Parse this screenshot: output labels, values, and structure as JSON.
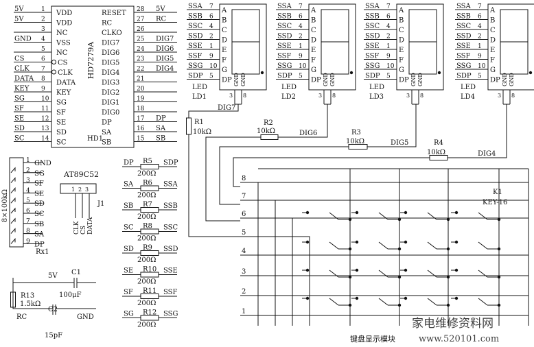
{
  "ic_main": {
    "name": "HD7279A",
    "ref": "HD1",
    "left_pins": [
      {
        "num": "1",
        "name": "VDD",
        "net": "5V"
      },
      {
        "num": "2",
        "name": "VDD",
        "net": "5V"
      },
      {
        "num": "3",
        "name": "NC",
        "net": ""
      },
      {
        "num": "4",
        "name": "VSS",
        "net": "GND"
      },
      {
        "num": "5",
        "name": "NC",
        "net": ""
      },
      {
        "num": "6",
        "name": "CS",
        "net": "CS"
      },
      {
        "num": "7",
        "name": "CLK",
        "net": "CLK"
      },
      {
        "num": "8",
        "name": "DATA",
        "net": "DATA"
      },
      {
        "num": "9",
        "name": "KEY",
        "net": "KEY"
      },
      {
        "num": "10",
        "name": "SG",
        "net": "SG"
      },
      {
        "num": "11",
        "name": "SF",
        "net": "SF"
      },
      {
        "num": "12",
        "name": "SE",
        "net": "SE"
      },
      {
        "num": "13",
        "name": "SD",
        "net": "SD"
      },
      {
        "num": "14",
        "name": "SC",
        "net": "SC"
      }
    ],
    "right_pins": [
      {
        "num": "28",
        "name": "RESET",
        "net": "5V"
      },
      {
        "num": "27",
        "name": "RC",
        "net": "RC"
      },
      {
        "num": "26",
        "name": "CLKO",
        "net": ""
      },
      {
        "num": "25",
        "name": "DIG7",
        "net": "DIG7"
      },
      {
        "num": "24",
        "name": "DIG6",
        "net": "DIG6"
      },
      {
        "num": "23",
        "name": "DIG5",
        "net": "DIG5"
      },
      {
        "num": "22",
        "name": "DIG4",
        "net": "DIG4"
      },
      {
        "num": "21",
        "name": "DIG3",
        "net": ""
      },
      {
        "num": "20",
        "name": "DIG2",
        "net": ""
      },
      {
        "num": "19",
        "name": "DIG1",
        "net": ""
      },
      {
        "num": "18",
        "name": "DIG0",
        "net": ""
      },
      {
        "num": "17",
        "name": "DP",
        "net": "DP"
      },
      {
        "num": "16",
        "name": "SA",
        "net": "SA"
      },
      {
        "num": "15",
        "name": "SB",
        "net": "SB"
      }
    ]
  },
  "displays": [
    {
      "ref": "LD1",
      "label": "LED",
      "dig": "DIG7"
    },
    {
      "ref": "LD2",
      "label": "LED",
      "dig": "DIG6"
    },
    {
      "ref": "LD3",
      "label": "LED",
      "dig": "DIG5"
    },
    {
      "ref": "LD4",
      "label": "LED",
      "dig": "DIG4"
    }
  ],
  "display_pins": [
    {
      "net": "SSA",
      "num": "7",
      "seg": "A"
    },
    {
      "net": "SSB",
      "num": "6",
      "seg": "B"
    },
    {
      "net": "SSC",
      "num": "4",
      "seg": "C"
    },
    {
      "net": "SSD",
      "num": "2",
      "seg": "D"
    },
    {
      "net": "SSE",
      "num": "1",
      "seg": "E"
    },
    {
      "net": "SSF",
      "num": "9",
      "seg": "F"
    },
    {
      "net": "SSG",
      "num": "10",
      "seg": "G"
    },
    {
      "net": "SDP",
      "num": "5",
      "seg": "DP"
    }
  ],
  "display_gnd": {
    "label": "GND",
    "pin_a": "3",
    "pin_b": "8"
  },
  "dig_resistors": [
    {
      "ref": "R1",
      "value": "10kΩ"
    },
    {
      "ref": "R2",
      "value": "10kΩ"
    },
    {
      "ref": "R3",
      "value": "10kΩ"
    },
    {
      "ref": "R4",
      "value": "10kΩ"
    }
  ],
  "dig_labels": [
    "DIG7",
    "DIG6",
    "DIG5",
    "DIG4"
  ],
  "seg_resistors": [
    {
      "ref": "R5",
      "from": "DP",
      "to": "SDP",
      "value": "200Ω"
    },
    {
      "ref": "R6",
      "from": "SA",
      "to": "SSA",
      "value": "200Ω"
    },
    {
      "ref": "R7",
      "from": "SB",
      "to": "SSB",
      "value": "200Ω"
    },
    {
      "ref": "R8",
      "from": "SC",
      "to": "SSC",
      "value": "200Ω"
    },
    {
      "ref": "R9",
      "from": "SD",
      "to": "SSD",
      "value": "200Ω"
    },
    {
      "ref": "R10",
      "from": "SE",
      "to": "SSE",
      "value": "200Ω"
    },
    {
      "ref": "R11",
      "from": "SF",
      "to": "SSF",
      "value": "200Ω"
    },
    {
      "ref": "R12",
      "from": "SG",
      "to": "SSG",
      "value": "200Ω"
    }
  ],
  "mcu": {
    "name": "AT89C52",
    "ref": "J1",
    "pin_nums": [
      "1",
      "2",
      "3"
    ],
    "pin_labels": [
      "CLK",
      "CS",
      "DATA"
    ]
  },
  "rnet": {
    "value": "8×100kΩ",
    "ref": "Rx1",
    "pins": [
      {
        "num": "1",
        "net": "GND"
      },
      {
        "num": "2",
        "net": "SG"
      },
      {
        "num": "3",
        "net": "SF"
      },
      {
        "num": "4",
        "net": "SE"
      },
      {
        "num": "5",
        "net": "SD"
      },
      {
        "num": "6",
        "net": "SC"
      },
      {
        "num": "7",
        "net": "SB"
      },
      {
        "num": "8",
        "net": "SA"
      },
      {
        "num": "9",
        "net": "DP"
      }
    ]
  },
  "osc": {
    "c1_ref": "C1",
    "c1_value": "100μF",
    "c2_ref": "C2",
    "c2_value": "15pF",
    "r_ref": "R13",
    "r_value": "1.5kΩ",
    "net_5v": "5V",
    "net_rc": "RC",
    "net_gnd": "GND"
  },
  "keypad": {
    "ref": "K1",
    "type": "KEY-16",
    "row_nums": [
      "8",
      "7",
      "6",
      "5",
      "4",
      "3",
      "2",
      "1"
    ]
  },
  "caption": "键盘显示模块",
  "watermark": {
    "cn": "家电维修资料网",
    "url": "www.520101.com"
  }
}
